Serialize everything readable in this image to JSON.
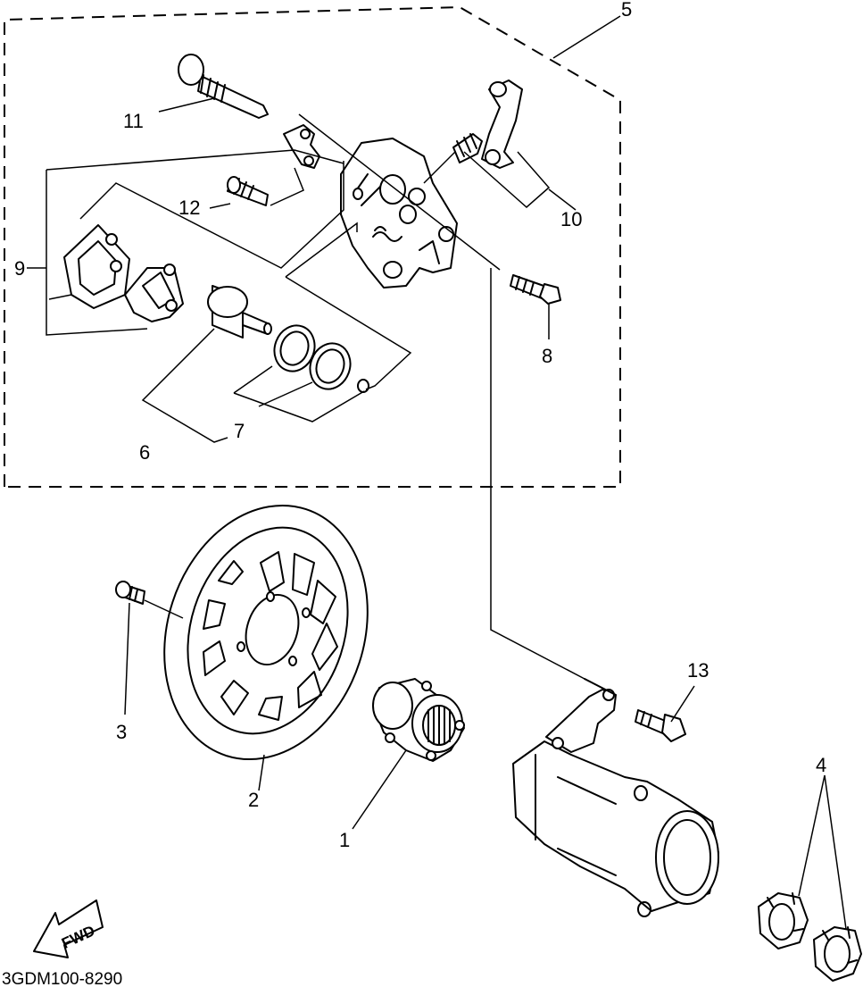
{
  "diagram": {
    "callouts": [
      {
        "id": "1",
        "label": "1"
      },
      {
        "id": "2",
        "label": "2"
      },
      {
        "id": "3",
        "label": "3"
      },
      {
        "id": "4",
        "label": "4"
      },
      {
        "id": "5",
        "label": "5"
      },
      {
        "id": "6",
        "label": "6"
      },
      {
        "id": "7",
        "label": "7"
      },
      {
        "id": "8",
        "label": "8"
      },
      {
        "id": "9",
        "label": "9"
      },
      {
        "id": "10",
        "label": "10"
      },
      {
        "id": "11",
        "label": "11"
      },
      {
        "id": "12",
        "label": "12"
      },
      {
        "id": "13",
        "label": "13"
      }
    ],
    "fwd_label": "FWD",
    "drawing_code": "3GDM100-8290"
  }
}
